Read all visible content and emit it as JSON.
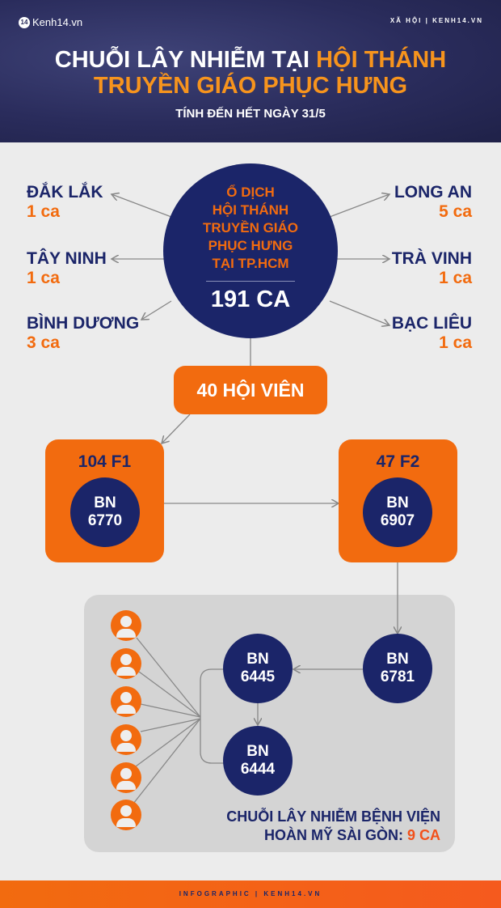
{
  "header": {
    "logo": "Kenh14.vn",
    "logo_badge": "14",
    "section": "XÃ HỘI | KENH14.VN",
    "title_white": "CHUỖI LÂY NHIỄM TẠI ",
    "title_orange_1": "HỘI THÁNH",
    "title_orange_2": "TRUYỀN GIÁO PHỤC HƯNG",
    "subtitle": "TÍNH ĐẾN HẾT NGÀY 31/5"
  },
  "center": {
    "lines": [
      "Ổ DỊCH",
      "HỘI THÁNH",
      "TRUYỀN GIÁO",
      "PHỤC HƯNG",
      "TẠI TP.HCM"
    ],
    "total": "191 CA"
  },
  "provinces_left": [
    {
      "name": "ĐẮK LẮK",
      "count": "1 ca"
    },
    {
      "name": "TÂY NINH",
      "count": "1 ca"
    },
    {
      "name": "BÌNH DƯƠNG",
      "count": "3 ca"
    }
  ],
  "provinces_right": [
    {
      "name": "LONG AN",
      "count": "5 ca"
    },
    {
      "name": "TRÀ VINH",
      "count": "1 ca"
    },
    {
      "name": "BẠC LIÊU",
      "count": "1 ca"
    }
  ],
  "members": "40 HỘI VIÊN",
  "f1": {
    "label": "104 F1",
    "bn": "BN",
    "id": "6770"
  },
  "f2": {
    "label": "47 F2",
    "bn": "BN",
    "id": "6907"
  },
  "hospital": {
    "nodes": [
      {
        "bn": "BN",
        "id": "6781"
      },
      {
        "bn": "BN",
        "id": "6445"
      },
      {
        "bn": "BN",
        "id": "6444"
      }
    ],
    "persons": 6,
    "caption_1": "CHUỖI LÂY NHIỄM BỆNH VIỆN",
    "caption_2": "HOÀN MỸ SÀI GÒN: ",
    "caption_count": "9 CA"
  },
  "footer": "INFOGRAPHIC  |  KENH14.VN",
  "colors": {
    "navy": "#1b2569",
    "orange": "#f26b0f",
    "grey_box": "#d4d4d4",
    "bg": "#ececec"
  }
}
